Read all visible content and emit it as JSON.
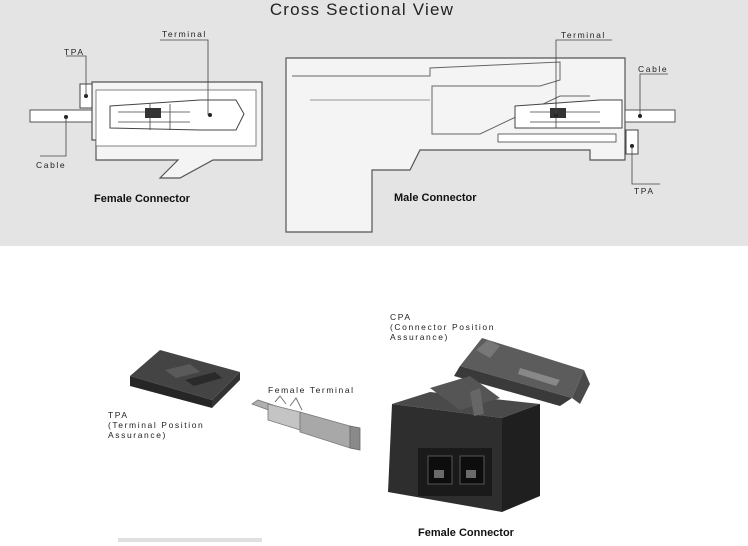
{
  "title": "Cross Sectional View",
  "cross_section": {
    "female": {
      "caption": "Female Connector",
      "labels": {
        "tpa": "TPA",
        "terminal": "Terminal",
        "cable": "Cable"
      }
    },
    "male": {
      "caption": "Male Connector",
      "labels": {
        "terminal": "Terminal",
        "cable": "Cable",
        "tpa": "TPA"
      }
    }
  },
  "parts": {
    "tpa": "TPA\n(Terminal Position\nAssurance)",
    "female_terminal": "Female Terminal",
    "cpa": "CPA\n(Connector Position\nAssurance)",
    "female_connector": "Female Connector"
  },
  "colors": {
    "panel": "#e4e4e4",
    "housing_fill": "#f4f4f4",
    "outline": "#555555",
    "part_dark": "#3c3c3c",
    "metal": "#9a9a9a"
  }
}
